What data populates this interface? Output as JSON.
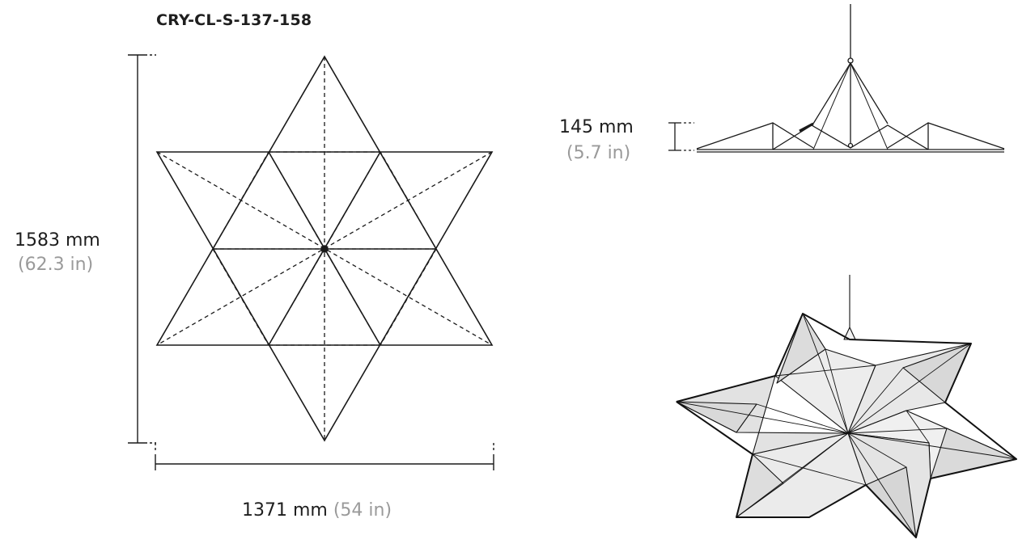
{
  "model_code": "CRY-CL-S-137-158",
  "dimensions": {
    "height_mm": "1583 mm",
    "height_in": "(62.3 in)",
    "width_mm": "1371 mm",
    "width_in": "(54 in)",
    "depth_mm": "145 mm",
    "depth_in": "(5.7 in)"
  },
  "views": [
    "top-plan-view",
    "side-elevation-view",
    "perspective-render"
  ],
  "colors": {
    "line": "#1a1a1a",
    "secondary_text": "#9a9a9a",
    "panel_fill_light": "#f2f2f2",
    "panel_fill_dark": "#d9d9d9"
  }
}
